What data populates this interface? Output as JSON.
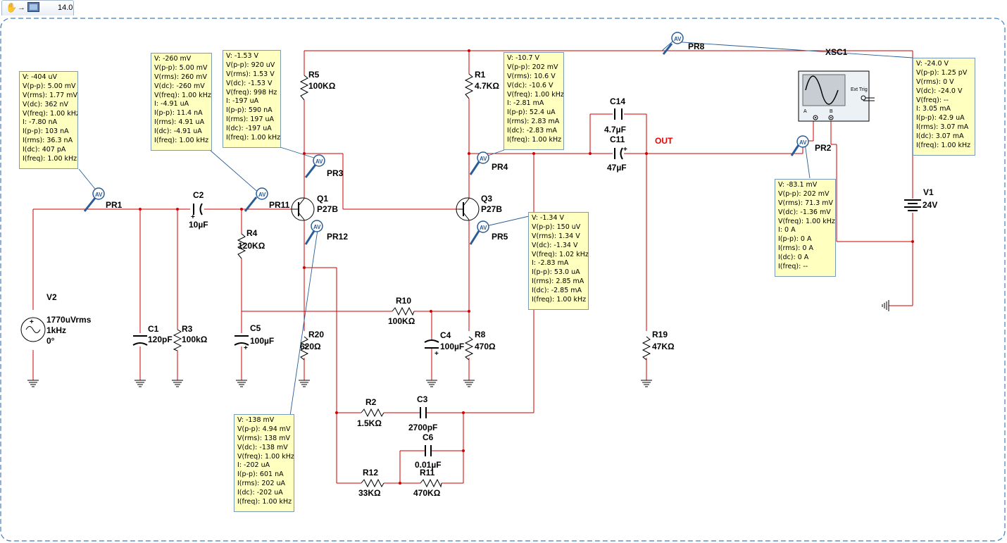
{
  "toolbar": {
    "zoom": "14.0",
    "hand_icon": "hand-icon",
    "arrow_icon": "arrow-icon",
    "image_icon": "image-icon"
  },
  "colors": {
    "wire": "#d20000",
    "probe_line": "#2a5d97",
    "component": "#000000",
    "probe_bg": "#ffffc0",
    "out_label": "#ee0000",
    "frame": "#3f7fbf"
  },
  "components": {
    "V2": {
      "name": "V2",
      "v1": "1770uVrms",
      "v2": "1kHz",
      "v3": "0°"
    },
    "C1": {
      "name": "C1",
      "value": "120pF"
    },
    "R3": {
      "name": "R3",
      "value": "100kΩ"
    },
    "C2": {
      "name": "C2",
      "value": "10µF"
    },
    "R4": {
      "name": "R4",
      "value": "120KΩ"
    },
    "C5": {
      "name": "C5",
      "value": "100µF"
    },
    "R5": {
      "name": "R5",
      "value": "100KΩ"
    },
    "Q1": {
      "name": "Q1",
      "value": "P27B"
    },
    "R20": {
      "name": "R20",
      "value": "620Ω"
    },
    "R10": {
      "name": "R10",
      "value": "100KΩ"
    },
    "C4": {
      "name": "C4",
      "value": "100µF"
    },
    "R8": {
      "name": "R8",
      "value": "470Ω"
    },
    "R1": {
      "name": "R1",
      "value": "4.7KΩ"
    },
    "Q3": {
      "name": "Q3",
      "value": "P27B"
    },
    "C14": {
      "name": "C14",
      "value": "4.7µF"
    },
    "C11": {
      "name": "C11",
      "value": "47µF"
    },
    "R19": {
      "name": "R19",
      "value": "47KΩ"
    },
    "R2": {
      "name": "R2",
      "value": "1.5KΩ"
    },
    "C3": {
      "name": "C3",
      "value": "2700pF"
    },
    "C6": {
      "name": "C6",
      "value": "0.01µF"
    },
    "R12": {
      "name": "R12",
      "value": "33KΩ"
    },
    "R11": {
      "name": "R11",
      "value": "470KΩ"
    },
    "V1": {
      "name": "V1",
      "value": "24V"
    },
    "XSC1": {
      "name": "XSC1",
      "ext_trig": "Ext Trig",
      "ch_a": "A",
      "ch_b": "B"
    }
  },
  "net_labels": {
    "out": "OUT"
  },
  "probe_labels": {
    "PR1": "PR1",
    "PR2": "PR2",
    "PR3": "PR3",
    "PR4": "PR4",
    "PR5": "PR5",
    "PR8": "PR8",
    "PR11": "PR11",
    "PR12": "PR12"
  },
  "probes": {
    "PR1": [
      "V: -404 uV",
      "V(p-p): 5.00 mV",
      "V(rms): 1.77 mV",
      "V(dc): 362 nV",
      "V(freq): 1.00 kHz",
      "I: -7.80 nA",
      "I(p-p): 103 nA",
      "I(rms): 36.3 nA",
      "I(dc): 407 pA",
      "I(freq): 1.00 kHz"
    ],
    "PR11": [
      "V: -260 mV",
      "V(p-p): 5.00 mV",
      "V(rms): 260 mV",
      "V(dc): -260 mV",
      "V(freq): 1.00 kHz",
      "I: -4.91 uA",
      "I(p-p): 11.4 nA",
      "I(rms): 4.91 uA",
      "I(dc): -4.91 uA",
      "I(freq): 1.00 kHz"
    ],
    "PR3": [
      "V: -1.53 V",
      "V(p-p): 920 uV",
      "V(rms): 1.53 V",
      "V(dc): -1.53 V",
      "V(freq): 998 Hz",
      "I: -197 uA",
      "I(p-p): 590 nA",
      "I(rms): 197 uA",
      "I(dc): -197 uA",
      "I(freq): 1.00 kHz"
    ],
    "PR4": [
      "V: -10.7 V",
      "V(p-p): 202 mV",
      "V(rms): 10.6 V",
      "V(dc): -10.6 V",
      "V(freq): 1.00 kHz",
      "I: -2.81 mA",
      "I(p-p): 52.4 uA",
      "I(rms): 2.83 mA",
      "I(dc): -2.83 mA",
      "I(freq): 1.00 kHz"
    ],
    "PR8": [
      "V: -24.0 V",
      "V(p-p): 1.25 pV",
      "V(rms): 0 V",
      "V(dc): -24.0 V",
      "V(freq): --",
      "I: 3.05 mA",
      "I(p-p): 42.9 uA",
      "I(rms): 3.07 mA",
      "I(dc): 3.07 mA",
      "I(freq): 1.00 kHz"
    ],
    "PR2": [
      "V: -83.1 mV",
      "V(p-p): 202 mV",
      "V(rms): 71.3 mV",
      "V(dc): -1.36 mV",
      "V(freq): 1.00 kHz",
      "I: 0 A",
      "I(p-p): 0 A",
      "I(rms): 0 A",
      "I(dc): 0 A",
      "I(freq): --"
    ],
    "PR5": [
      "V: -1.34 V",
      "V(p-p): 150 uV",
      "V(rms): 1.34 V",
      "V(dc): -1.34 V",
      "V(freq): 1.02 kHz",
      "I: -2.83 mA",
      "I(p-p): 53.0 uA",
      "I(rms): 2.85 mA",
      "I(dc): -2.85 mA",
      "I(freq): 1.00 kHz"
    ],
    "PR12": [
      "V: -138 mV",
      "V(p-p): 4.94 mV",
      "V(rms): 138 mV",
      "V(dc): -138 mV",
      "V(freq): 1.00 kHz",
      "I: -202 uA",
      "I(p-p): 601 nA",
      "I(rms): 202 uA",
      "I(dc): -202 uA",
      "I(freq): 1.00 kHz"
    ]
  }
}
